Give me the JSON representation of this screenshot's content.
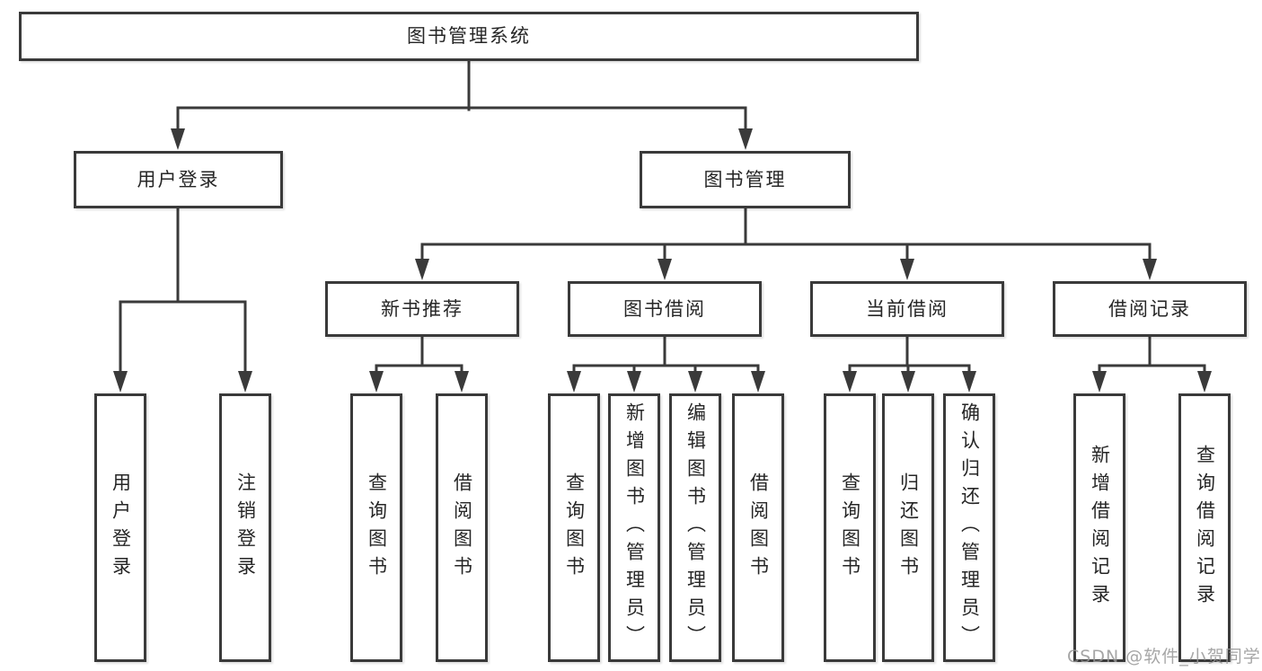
{
  "diagram_title": "图书管理系统",
  "tree": {
    "root": {
      "label": "图书管理系统",
      "children": [
        {
          "label": "用户登录",
          "children": [
            {
              "label": "用户登录"
            },
            {
              "label": "注销登录"
            }
          ]
        },
        {
          "label": "图书管理",
          "children": [
            {
              "label": "新书推荐",
              "children": [
                {
                  "label": "查询图书"
                },
                {
                  "label": "借阅图书"
                }
              ]
            },
            {
              "label": "图书借阅",
              "children": [
                {
                  "label": "查询图书"
                },
                {
                  "label": "新增图书（管理员）"
                },
                {
                  "label": "编辑图书（管理员）"
                },
                {
                  "label": "借阅图书"
                }
              ]
            },
            {
              "label": "当前借阅",
              "children": [
                {
                  "label": "查询图书"
                },
                {
                  "label": "归还图书"
                },
                {
                  "label": "确认归还（管理员）"
                }
              ]
            },
            {
              "label": "借阅记录",
              "children": [
                {
                  "label": "新增借阅记录"
                },
                {
                  "label": "查询借阅记录"
                }
              ]
            }
          ]
        }
      ]
    }
  },
  "watermark": {
    "text": "CSDN @软件_小贺同学"
  },
  "colors": {
    "line": "#3a3a3a",
    "box_border": "#3a3a3a",
    "text": "#262626",
    "watermark": "#969696",
    "background": "#ffffff"
  }
}
